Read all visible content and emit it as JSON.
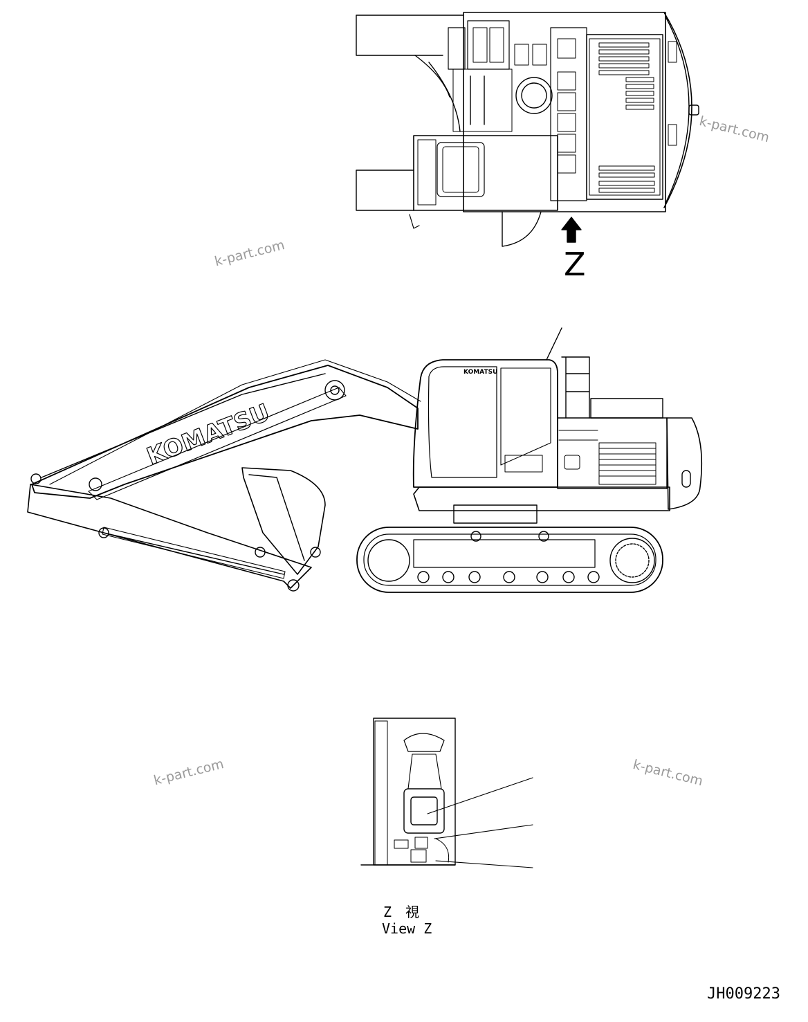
{
  "drawing": {
    "view_marker_top": "Z",
    "view_caption_jp": "Z　視",
    "view_caption_en": "View Z",
    "part_code": "JH009223",
    "brand_cab": "KOMATSU",
    "brand_boom": "KOMATSU"
  },
  "watermarks": [
    "k-part.com",
    "k-part.com",
    "k-part.com",
    "k-part.com"
  ]
}
